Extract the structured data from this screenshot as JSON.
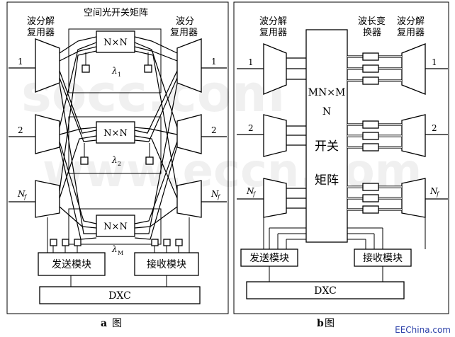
{
  "diagram_a": {
    "caption_letter": "a",
    "caption_text": "图",
    "demux_label": [
      "波分解",
      "复用器"
    ],
    "switch_matrix_label": "空间光开关矩阵",
    "mux_label": [
      "波分",
      "复用器"
    ],
    "switch_labels": [
      "N×N",
      "N×N",
      "N×N"
    ],
    "lambda_labels": [
      "λ",
      "λ",
      "λ"
    ],
    "lambda_subs": [
      "1",
      "2",
      "M"
    ],
    "port_left": [
      "1",
      "2",
      "N"
    ],
    "port_right": [
      "1",
      "2",
      "N"
    ],
    "port_sub": "f",
    "transmit": "发送模块",
    "receive": "接收模块",
    "dxc": "DXC"
  },
  "diagram_b": {
    "caption_letter": "b",
    "caption_text": "图",
    "demux_label": [
      "波分解",
      "复用器"
    ],
    "converter_label": [
      "波长变",
      "换器"
    ],
    "mux_label": [
      "波分解",
      "复用器"
    ],
    "matrix_label": [
      "MN×M",
      "N",
      "开关",
      "矩阵"
    ],
    "port_left": [
      "1",
      "2",
      "N"
    ],
    "port_right": [
      "1",
      "2",
      "N"
    ],
    "port_sub": "f",
    "transmit": "发送模块",
    "receive": "接收模块",
    "dxc": "DXC"
  },
  "watermark": "EEChina.com"
}
